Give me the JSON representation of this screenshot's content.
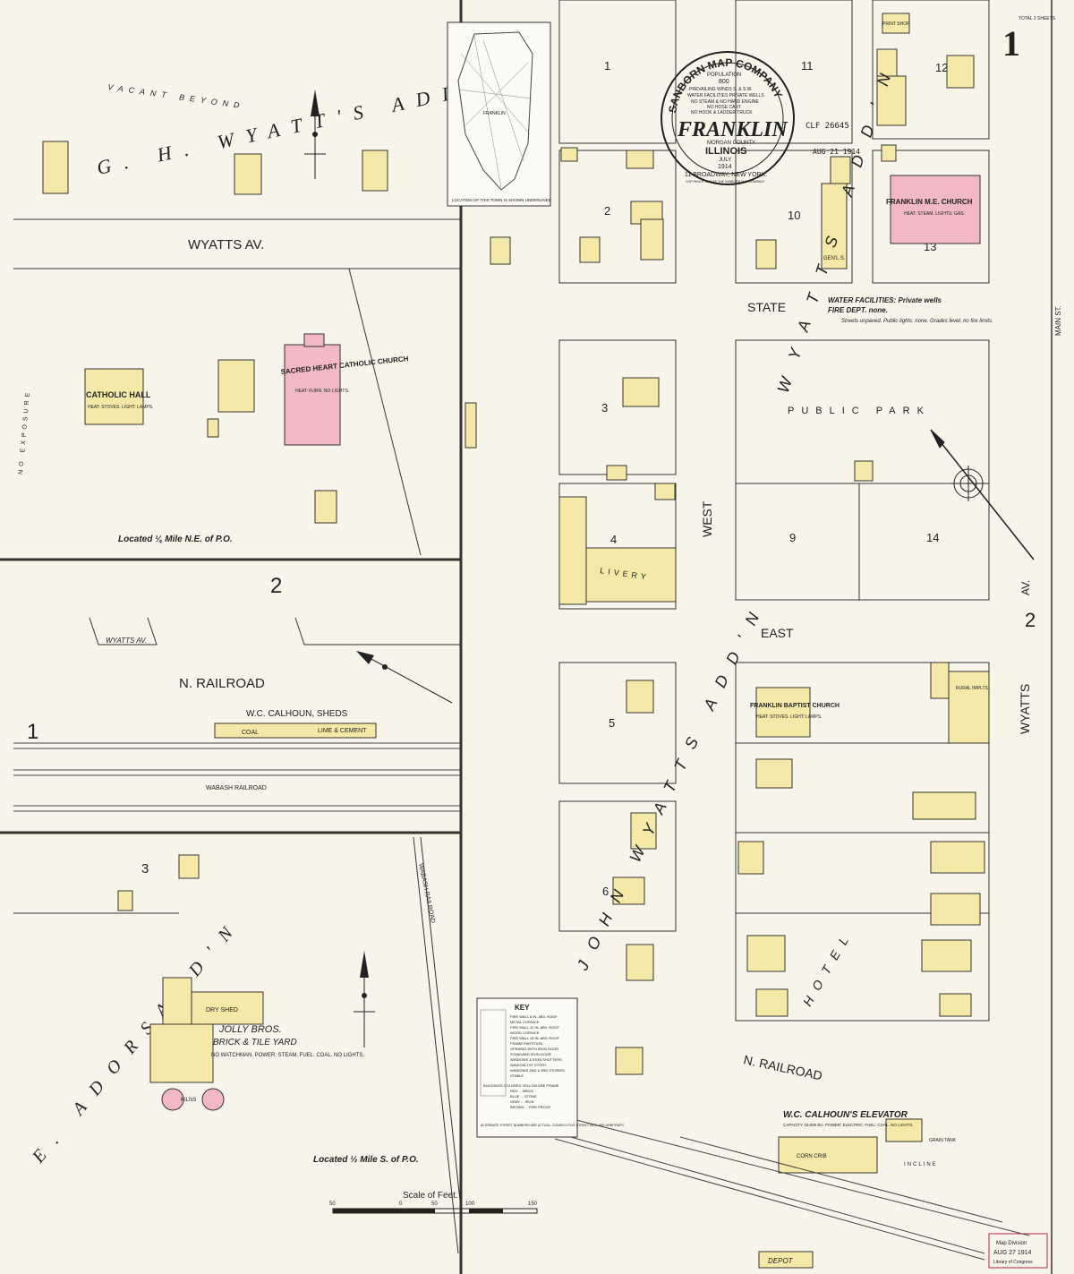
{
  "sheet": {
    "number": "1",
    "sheet_count_note": "TOTAL 2 SHEETS"
  },
  "cartouche": {
    "company": "SANBORN MAP COMPANY",
    "population_label": "POPULATION",
    "population": "800",
    "prevailing_winds": "PREVAILING WINDS S. & S.W.",
    "water_facilities": "WATER FACILITIES PRIVATE WELLS",
    "steam": "NO STEAM & NO HAND ENGINE",
    "hose": "NO HOSE CART",
    "hook": "NO HOOK & LADDER TRUCK",
    "town": "FRANKLIN",
    "county": "MORGAN COUNTY",
    "state": "ILLINOIS",
    "month": "JULY",
    "year": "1914",
    "address": "11 BROADWAY, NEW YORK.",
    "copyright": "COPYRIGHT 1914 BY THE SANBORN MAP COMPANY"
  },
  "stamps": {
    "received": "AUG 21 1914",
    "clf": "CLF 26645",
    "division_line1": "Map Division",
    "division_date": "AUG 27 1914",
    "division_line3": "Library of Congress"
  },
  "inset": {
    "caption": "LOCATION OF THIS TOWN IS SHOWN UNDERLINED",
    "highlight": "FRANKLIN"
  },
  "additions": {
    "wyatts": "G. H. WYATT'S ADD'N",
    "wyatts_east": "WYATTS ADD'N",
    "john_wyatts": "JOHN WYATTS ADD'N",
    "sanders": "E. ADORSADD'N",
    "vacant": "VACANT BEYOND",
    "hotel": "HOTEL"
  },
  "streets": {
    "wyatts_av": "WYATTS AV.",
    "wyatts_av_short": "WYATTS AV.",
    "state": "STATE",
    "east": "EAST",
    "west": "WEST",
    "wyatts": "WYATTS",
    "av": "AV.",
    "main": "MAIN ST.",
    "n_railroad": "N. RAILROAD",
    "n_railroad_2": "N. RAILROAD",
    "wabash": "WABASH RAILROAD",
    "wabash_2": "WABASH RAILROAD",
    "incline": "INCLINE"
  },
  "parks": {
    "public": "PUBLIC PARK"
  },
  "buildings": {
    "catholic_hall": "CATHOLIC HALL",
    "catholic_hall_note": "HEAT: STOVES. LIGHT: LAMPS.",
    "sacred_heart": "SACRED HEART CATHOLIC CHURCH",
    "sacred_heart_note": "HEAT: FURN. NO LIGHTS.",
    "franklin_me": "FRANKLIN M.E. CHURCH",
    "franklin_me_note": "HEAT: STEAM. LIGHTS: GAS.",
    "baptist": "FRANKLIN BAPTIST CHURCH",
    "baptist_note": "HEAT: STOVES. LIGHT: LAMPS.",
    "calhoun_sheds": "W.C. CALHOUN, SHEDS",
    "coal": "COAL",
    "lime": "LIME & CEMENT",
    "elevator": "W.C. CALHOUN'S ELEVATOR",
    "elevator_note": "CAPACITY 15,000 BU. POWER: ELECTRIC. FUEL: COAL. NO LIGHTS.",
    "corn_crib": "CORN CRIB",
    "jolly_title": "JOLLY BROS.",
    "jolly_sub": "BRICK & TILE YARD",
    "jolly_note": "NO WATCHMAN. POWER: STEAM. FUEL: COAL. NO LIGHTS.",
    "kilns": "KILNS",
    "dry_shed": "DRY SHED",
    "livery": "LIVERY",
    "depot": "DEPOT",
    "print_shop": "PRINT SHOP",
    "gen_s": "GEN'L S.",
    "rural_implts": "RURAL IMPLTS.",
    "grain_tank": "GRAIN TANK"
  },
  "notes": {
    "location_ne": "Located ¼ Mile N.E. of P.O.",
    "location_s": "Located ½ Mile S. of P.O.",
    "water_fac": "WATER FACILITIES: Private wells",
    "fire_dept": "FIRE DEPT. none.",
    "streets_note": "Streets unpaved. Public lights: none. Grades level, no fire limits.",
    "no_exposure": "NO EXPOSURE"
  },
  "block_numbers": [
    "1",
    "2",
    "3",
    "4",
    "5",
    "6",
    "9",
    "10",
    "11",
    "12",
    "13",
    "14"
  ],
  "section_numbers": {
    "left_2": "2",
    "left_1": "1",
    "left_3": "3",
    "right_2": "2"
  },
  "scale": {
    "label": "Scale of Feet.",
    "ticks": [
      "50",
      "0",
      "50",
      "100",
      "150"
    ]
  },
  "key": {
    "title": "KEY",
    "rows": [
      "FIRE WALL 6 IN. ABV. ROOF",
      "METAL CORNICE",
      "FIRE WALL 12 IN. ABV. ROOF",
      "WOOD CORNICE",
      "FIRE WALL 18 IN. ABV. ROOF",
      "FRAME PARTITION",
      "OPENING WITH IRON DOOR",
      "STANDARD IRON DOOR",
      "WINDOWS & IRON SHUTTERS",
      "WINDOW 1ST STORY",
      "WINDOWS 2ND & 3RD STORIES",
      "STABLE"
    ],
    "colors": [
      {
        "label": "BUILDINGS COLORED YELLOW ARE FRAME",
        "color": "#f4e9a6"
      },
      {
        "label": "RED ... BRICK",
        "color": "#f2b8c4"
      },
      {
        "label": "BLUE ... STONE",
        "color": "#b7cde8"
      },
      {
        "label": "GRAY ... IRON",
        "color": "#c9c9c9"
      },
      {
        "label": "BROWN ... FIRE PROOF",
        "color": "#c9a27a"
      }
    ],
    "footer": "ALTERNATE STREET NUMBERS ARE ACTUAL, CONSECUTIVE STREET NOS. ARE ARBITRARY"
  },
  "colors": {
    "frame": "#f4e9a6",
    "brick": "#f2b8c4",
    "paper": "#f7f4ea",
    "ink": "#2a2a2a"
  }
}
